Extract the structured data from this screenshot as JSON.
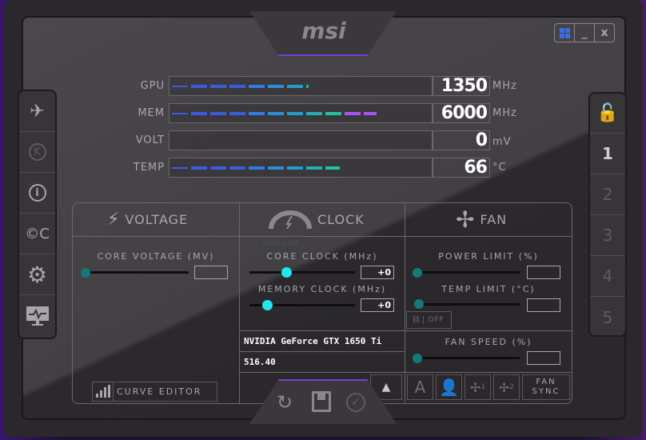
{
  "window": {
    "logo": "msi",
    "buttons": {
      "windows": "windows-icon",
      "minimize": "_",
      "close": "x"
    }
  },
  "monitors": [
    {
      "label": "GPU",
      "value": "1350",
      "unit": "MHz",
      "fill": 0.53
    },
    {
      "label": "MEM",
      "value": "6000",
      "unit": "MHz",
      "fill": 0.79
    },
    {
      "label": "VOLT",
      "value": "0",
      "unit": "mV",
      "fill": 0
    },
    {
      "label": "TEMP",
      "value": "66",
      "unit": "°C",
      "fill": 0.65
    }
  ],
  "left_sidebar": [
    "kombustor-icon",
    "k-boost-icon",
    "info-icon",
    "oc-scanner-icon",
    "settings-icon",
    "monitor-icon"
  ],
  "right_sidebar": {
    "lock": "unlock-icon",
    "profiles": [
      "1",
      "2",
      "3",
      "4",
      "5"
    ]
  },
  "voltage": {
    "title": "VOLTAGE",
    "core_voltage_label": "CORE VOLTAGE (MV)",
    "core_voltage_value": "",
    "curve_editor": "CURVE EDITOR"
  },
  "clock": {
    "title": "CLOCK",
    "ghost": "asdsa.txt",
    "core_clock_label": "CORE CLOCK (MHz)",
    "core_clock_value": "+0",
    "core_clock_pos": 0.3,
    "memory_clock_label": "MEMORY CLOCK (MHz)",
    "memory_clock_value": "+0",
    "memory_clock_pos": 0.12,
    "gpu_name": "NVIDIA GeForce GTX 1650 Ti",
    "driver": "516.40"
  },
  "fan": {
    "title": "FAN",
    "power_limit_label": "POWER LIMIT (%)",
    "power_limit_value": "",
    "temp_limit_label": "TEMP LIMIT (°C)",
    "temp_limit_value": "",
    "link_state": "OFF",
    "fan_speed_label": "FAN SPEED (%)",
    "fan_speed_value": "",
    "auto": "A",
    "fan1": "1",
    "fan2": "2",
    "fan_sync": "FAN SYNC"
  },
  "colors": {
    "accent": "#1ee8f0",
    "seg_blue": "#3b5be0",
    "seg_teal": "#1fc4a0",
    "seg_purple": "#a855f7"
  }
}
